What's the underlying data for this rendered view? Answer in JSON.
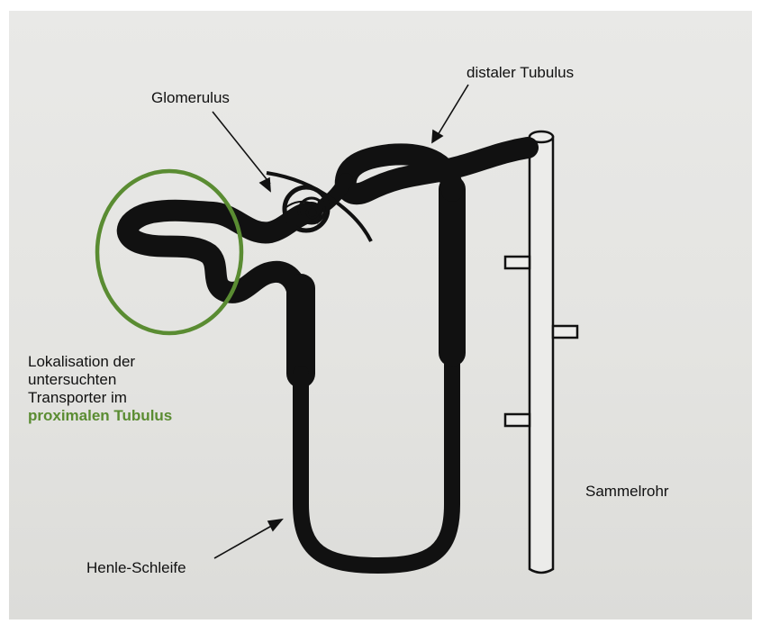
{
  "colors": {
    "background": "#e6e6e3",
    "ink": "#111111",
    "highlight_green": "#5a8c32"
  },
  "labels": {
    "glomerulus": "Glomerulus",
    "distal_tubule": "distaler Tubulus",
    "collecting_duct": "Sammelrohr",
    "loop_of_henle": "Henle-Schleife",
    "localization_line1": "Lokalisation der",
    "localization_line2": "untersuchten",
    "localization_line3": "Transporter im",
    "proximal_tubule": "proximalen Tubulus"
  }
}
